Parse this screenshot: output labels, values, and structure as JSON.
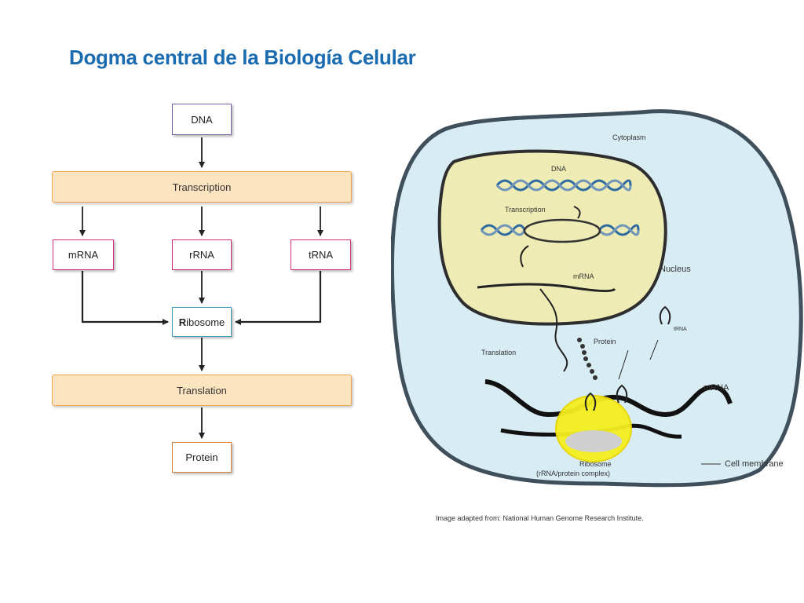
{
  "title": "Dogma central de la Biología Celular",
  "flow": {
    "dna": "DNA",
    "transcription": "Transcription",
    "mrna": "mRNA",
    "rrna": "rRNA",
    "trna": "tRNA",
    "ribosome_initial": "R",
    "ribosome_rest": "ibosome",
    "translation": "Translation",
    "protein": "Protein"
  },
  "cell": {
    "cytoplasm": "Cytoplasm",
    "dna": "DNA",
    "transcription": "Transcription",
    "mrna_nuclear": "mRNA",
    "nucleus": "Nucleus",
    "translation": "Translation",
    "protein": "Protein",
    "trna": "tRNA",
    "mrna": "mRNA",
    "ribosome": "Ribosome",
    "ribosome_note": "(rRNA/protein complex)",
    "cell_membrane": "Cell membrane"
  },
  "credit": "Image adapted from:  National Human Genome Research Institute.",
  "colors": {
    "title": "#1a6bb0",
    "band_fill": "#fde4c0",
    "band_border": "#f0a650",
    "cell_fill": "#d8ecf4",
    "nucleus_fill": "#eeecb4",
    "ribosome": "#f4ef1e"
  }
}
